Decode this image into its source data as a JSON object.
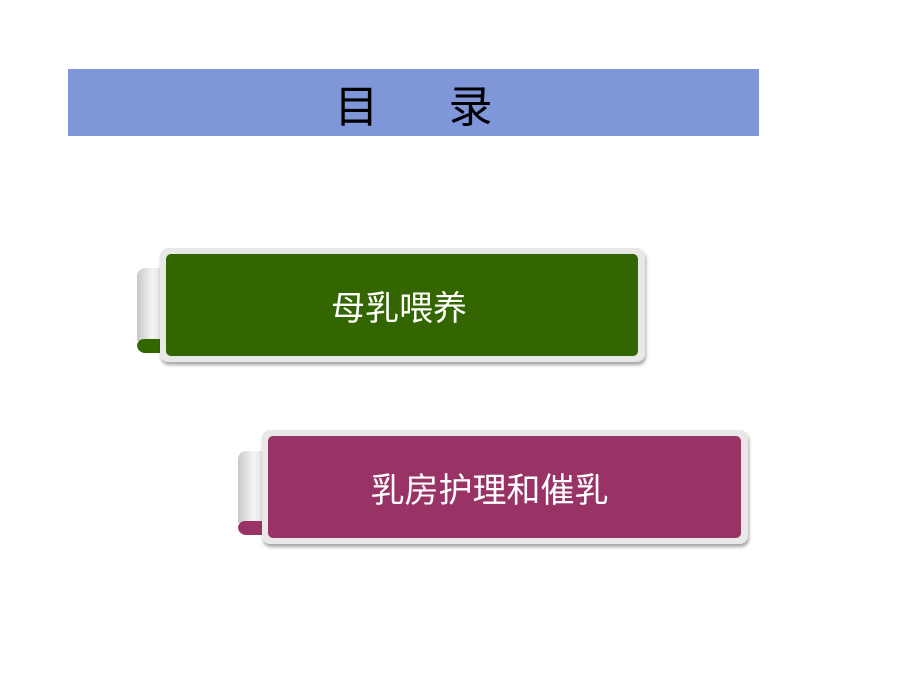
{
  "title": {
    "text": "目录",
    "background": "#7f96d9"
  },
  "items": [
    {
      "label": "母乳喂养",
      "color": "#336600"
    },
    {
      "label": "乳房护理和催乳",
      "color": "#993366"
    }
  ]
}
